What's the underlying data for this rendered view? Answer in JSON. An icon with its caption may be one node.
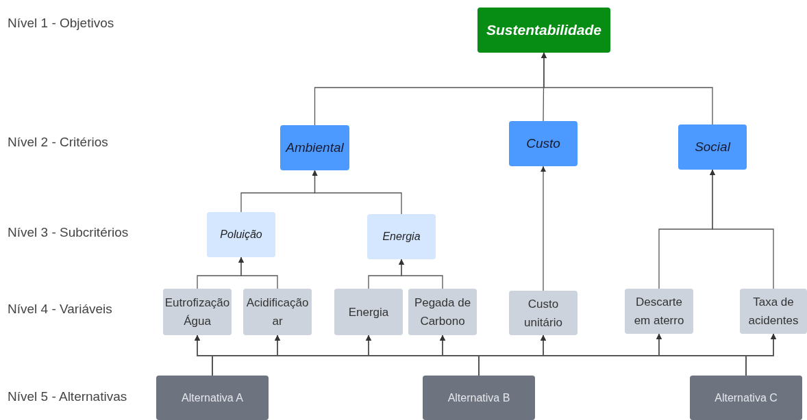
{
  "diagram": {
    "nodes": [
      {
        "text": [
          "Sustentabilidade"
        ]
      },
      {
        "text": [
          "Ambiental"
        ]
      },
      {
        "text": [
          "Custo"
        ]
      },
      {
        "text": [
          "Social"
        ]
      },
      {
        "text": [
          "Poluição"
        ]
      },
      {
        "text": [
          "Energia"
        ]
      },
      {
        "text": [
          "Eutrofização Água"
        ]
      },
      {
        "text": [
          "Acidificação ar"
        ]
      },
      {
        "text": [
          "Energia"
        ]
      },
      {
        "text": [
          "Pegada de Carbono"
        ]
      },
      {
        "text": [
          "Custo unitário"
        ]
      },
      {
        "text": [
          "Descarte em aterro"
        ]
      },
      {
        "text": [
          "Taxa de acidentes"
        ]
      },
      {
        "text": [
          "Alternativa A"
        ]
      },
      {
        "text": [
          "Alternativa B"
        ]
      },
      {
        "text": [
          "Alternativa C"
        ]
      }
    ],
    "edges": [
      {
        "from": 1,
        "to": 0,
        "arrow": "to"
      },
      {
        "from": 2,
        "to": 0,
        "arrow": "to"
      },
      {
        "from": 3,
        "to": 0,
        "arrow": "to"
      },
      {
        "from": 4,
        "to": 1,
        "arrow": "to"
      },
      {
        "from": 5,
        "to": 1,
        "arrow": "to"
      },
      {
        "from": 6,
        "to": 4,
        "arrow": "to"
      },
      {
        "from": 7,
        "to": 4,
        "arrow": "to"
      },
      {
        "from": 8,
        "to": 5,
        "arrow": "to"
      },
      {
        "from": 9,
        "to": 5,
        "arrow": "to"
      },
      {
        "from": 10,
        "to": 2,
        "arrow": "to"
      },
      {
        "from": 11,
        "to": 3,
        "arrow": "to"
      },
      {
        "from": 12,
        "to": 3,
        "arrow": "to"
      },
      {
        "from": 13,
        "to": 6,
        "arrow": "to"
      },
      {
        "from": 13,
        "to": 7,
        "arrow": "to"
      },
      {
        "from": 13,
        "to": 8,
        "arrow": "to"
      },
      {
        "from": 13,
        "to": 9,
        "arrow": "to"
      },
      {
        "from": 13,
        "to": 10,
        "arrow": "to"
      },
      {
        "from": 13,
        "to": 11,
        "arrow": "to"
      },
      {
        "from": 13,
        "to": 12,
        "arrow": "to"
      },
      {
        "from": 14,
        "to": 6,
        "arrow": "to"
      },
      {
        "from": 14,
        "to": 7,
        "arrow": "to"
      },
      {
        "from": 14,
        "to": 8,
        "arrow": "to"
      },
      {
        "from": 14,
        "to": 9,
        "arrow": "to"
      },
      {
        "from": 14,
        "to": 10,
        "arrow": "to"
      },
      {
        "from": 14,
        "to": 11,
        "arrow": "to"
      },
      {
        "from": 14,
        "to": 12,
        "arrow": "to"
      },
      {
        "from": 15,
        "to": 6,
        "arrow": "to"
      },
      {
        "from": 15,
        "to": 7,
        "arrow": "to"
      },
      {
        "from": 15,
        "to": 8,
        "arrow": "to"
      },
      {
        "from": 15,
        "to": 9,
        "arrow": "to"
      },
      {
        "from": 15,
        "to": 10,
        "arrow": "to"
      },
      {
        "from": 15,
        "to": 11,
        "arrow": "to"
      },
      {
        "from": 15,
        "to": 12,
        "arrow": "to"
      }
    ],
    "labels": [
      "Nível 1 - Objetivos",
      "Nível 2 - Critérios",
      "Nível 3 - Subcritérios",
      "Nível 4 - Variáveis",
      "Nível 5 - Alternativas"
    ]
  }
}
